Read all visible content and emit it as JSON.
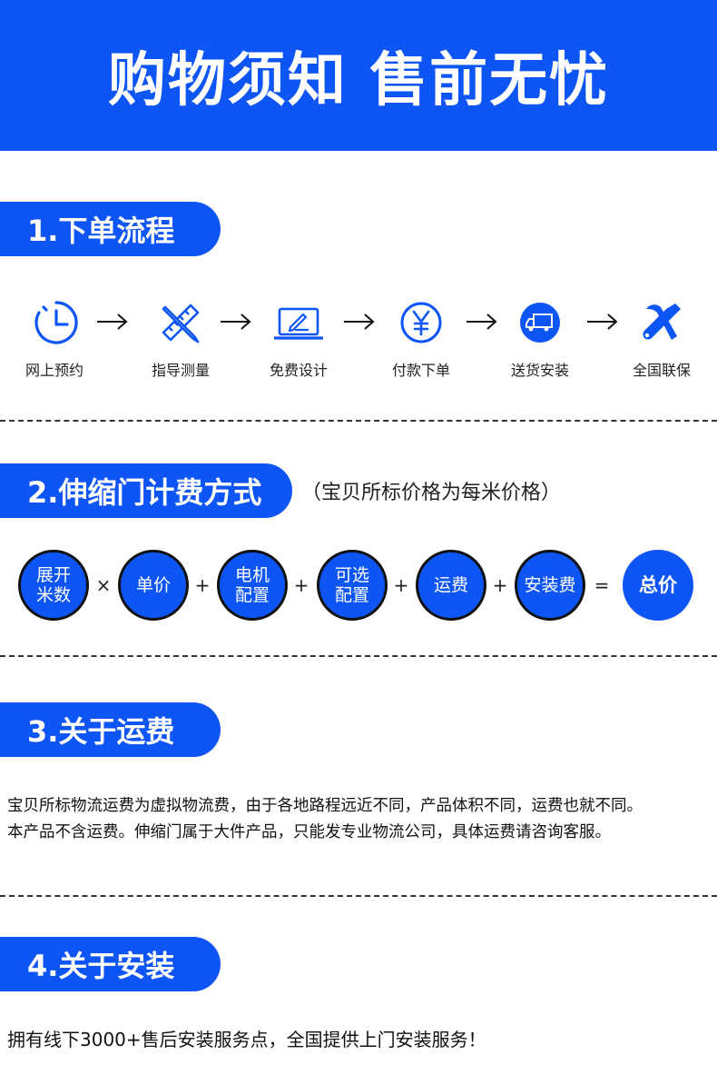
{
  "banner": {
    "title": "购物须知 售前无忧"
  },
  "section1": {
    "title": "1.下单流程",
    "steps": [
      {
        "label": "网上预约",
        "icon": "clock-icon"
      },
      {
        "label": "指导测量",
        "icon": "ruler-pencil-icon"
      },
      {
        "label": "免费设计",
        "icon": "laptop-design-icon"
      },
      {
        "label": "付款下单",
        "icon": "yen-coin-icon"
      },
      {
        "label": "送货安装",
        "icon": "delivery-truck-icon"
      },
      {
        "label": "全国联保",
        "icon": "tools-icon"
      }
    ]
  },
  "section2": {
    "title": "2.伸缩门计费方式",
    "note": "（宝贝所标价格为每米价格）",
    "terms": [
      {
        "line1": "展开",
        "line2": "米数"
      },
      {
        "line1": "单价",
        "line2": ""
      },
      {
        "line1": "电机",
        "line2": "配置"
      },
      {
        "line1": "可选",
        "line2": "配置"
      },
      {
        "line1": "运费",
        "line2": ""
      },
      {
        "line1": "安装费",
        "line2": ""
      },
      {
        "line1": "总价",
        "line2": ""
      }
    ],
    "operators": [
      "×",
      "+",
      "+",
      "+",
      "+",
      "="
    ]
  },
  "section3": {
    "title": "3.关于运费",
    "line1": "宝贝所标物流运费为虚拟物流费，由于各地路程远近不同，产品体积不同，运费也就不同。",
    "line2": "本产品不含运费。伸缩门属于大件产品，只能发专业物流公司，具体运费请咨询客服。"
  },
  "section4": {
    "title": "4.关于安装",
    "text": "拥有线下3000+售后安装服务点，全国提供上门安装服务！"
  },
  "colors": {
    "brand": "#0e55f5",
    "text": "#111111"
  }
}
